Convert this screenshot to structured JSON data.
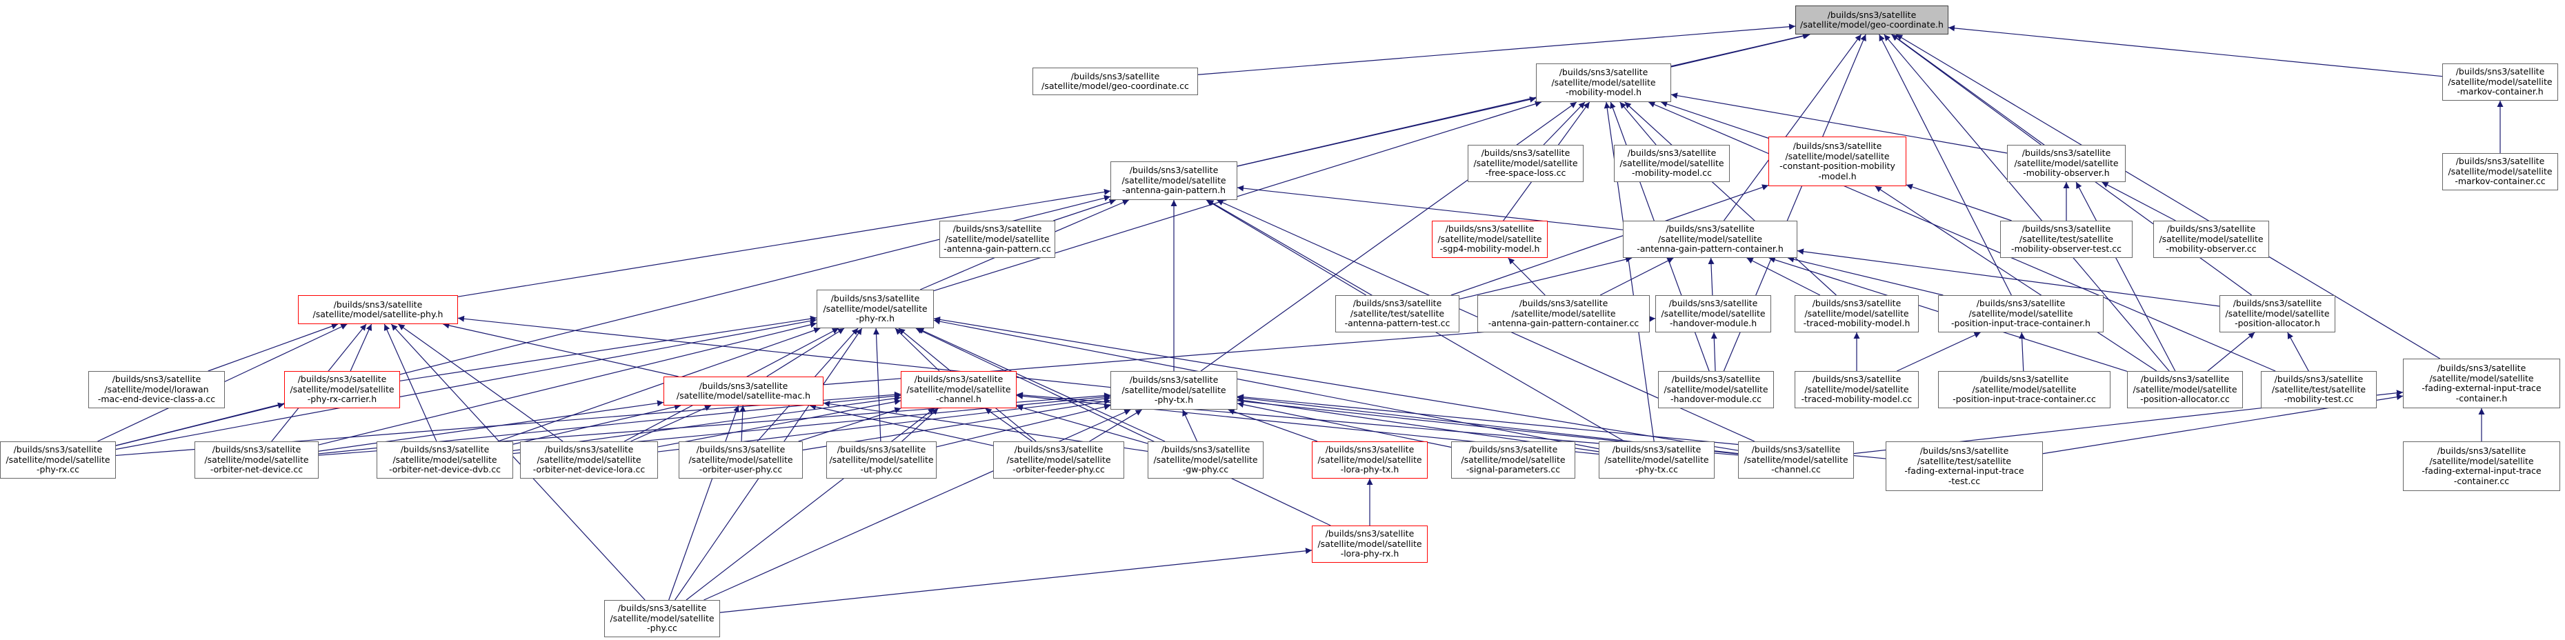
{
  "colors": {
    "edge": "#191970",
    "node_border": "#666666",
    "truncated_border": "#ff0000",
    "root_fill": "#bfbfbf"
  },
  "nodes": [
    {
      "id": "geo_h",
      "label": "/builds/sns3/satellite\n/satellite/model/geo-coordinate.h",
      "style": "root"
    },
    {
      "id": "geo_cc",
      "label": "/builds/sns3/satellite\n/satellite/model/geo-coordinate.cc",
      "style": "normal"
    },
    {
      "id": "mob_h",
      "label": "/builds/sns3/satellite\n/satellite/model/satellite\n-mobility-model.h",
      "style": "normal"
    },
    {
      "id": "markov_h",
      "label": "/builds/sns3/satellite\n/satellite/model/satellite\n-markov-container.h",
      "style": "normal"
    },
    {
      "id": "markov_cc",
      "label": "/builds/sns3/satellite\n/satellite/model/satellite\n-markov-container.cc",
      "style": "normal"
    },
    {
      "id": "agp_h",
      "label": "/builds/sns3/satellite\n/satellite/model/satellite\n-antenna-gain-pattern.h",
      "style": "normal"
    },
    {
      "id": "fsl_cc",
      "label": "/builds/sns3/satellite\n/satellite/model/satellite\n-free-space-loss.cc",
      "style": "normal"
    },
    {
      "id": "mobm_cc",
      "label": "/builds/sns3/satellite\n/satellite/model/satellite\n-mobility-model.cc",
      "style": "normal"
    },
    {
      "id": "cpm_h",
      "label": "/builds/sns3/satellite\n/satellite/model/satellite\n-constant-position-mobility\n-model.h",
      "style": "red"
    },
    {
      "id": "mobobs_h",
      "label": "/builds/sns3/satellite\n/satellite/model/satellite\n-mobility-observer.h",
      "style": "normal"
    },
    {
      "id": "agp_cc",
      "label": "/builds/sns3/satellite\n/satellite/model/satellite\n-antenna-gain-pattern.cc",
      "style": "normal"
    },
    {
      "id": "sgp4_h",
      "label": "/builds/sns3/satellite\n/satellite/model/satellite\n-sgp4-mobility-model.h",
      "style": "red"
    },
    {
      "id": "agpc_h",
      "label": "/builds/sns3/satellite\n/satellite/model/satellite\n-antenna-gain-pattern-container.h",
      "style": "normal"
    },
    {
      "id": "mobobs_test",
      "label": "/builds/sns3/satellite\n/satellite/test/satellite\n-mobility-observer-test.cc",
      "style": "normal"
    },
    {
      "id": "mobobs_cc",
      "label": "/builds/sns3/satellite\n/satellite/model/satellite\n-mobility-observer.cc",
      "style": "normal"
    },
    {
      "id": "phy_h",
      "label": "/builds/sns3/satellite\n/satellite/model/satellite-phy.h",
      "style": "red"
    },
    {
      "id": "phyrx_h",
      "label": "/builds/sns3/satellite\n/satellite/model/satellite\n-phy-rx.h",
      "style": "normal"
    },
    {
      "id": "agp_test",
      "label": "/builds/sns3/satellite\n/satellite/test/satellite\n-antenna-pattern-test.cc",
      "style": "normal"
    },
    {
      "id": "agpc_cc",
      "label": "/builds/sns3/satellite\n/satellite/model/satellite\n-antenna-gain-pattern-container.cc",
      "style": "normal"
    },
    {
      "id": "ho_h",
      "label": "/builds/sns3/satellite\n/satellite/model/satellite\n-handover-module.h",
      "style": "normal"
    },
    {
      "id": "tmm_h",
      "label": "/builds/sns3/satellite\n/satellite/model/satellite\n-traced-mobility-model.h",
      "style": "normal"
    },
    {
      "id": "pitc_h",
      "label": "/builds/sns3/satellite\n/satellite/model/satellite\n-position-input-trace-container.h",
      "style": "normal"
    },
    {
      "id": "pa_h",
      "label": "/builds/sns3/satellite\n/satellite/model/satellite\n-position-allocator.h",
      "style": "normal"
    },
    {
      "id": "lorawan_cc",
      "label": "/builds/sns3/satellite\n/satellite/model/lorawan\n-mac-end-device-class-a.cc",
      "style": "normal"
    },
    {
      "id": "carrier_h",
      "label": "/builds/sns3/satellite\n/satellite/model/satellite\n-phy-rx-carrier.h",
      "style": "red"
    },
    {
      "id": "mac_h",
      "label": "/builds/sns3/satellite\n/satellite/model/satellite-mac.h",
      "style": "red"
    },
    {
      "id": "chan_h",
      "label": "/builds/sns3/satellite\n/satellite/model/satellite\n-channel.h",
      "style": "red"
    },
    {
      "id": "phytx_h",
      "label": "/builds/sns3/satellite\n/satellite/model/satellite\n-phy-tx.h",
      "style": "normal"
    },
    {
      "id": "ho_cc",
      "label": "/builds/sns3/satellite\n/satellite/model/satellite\n-handover-module.cc",
      "style": "normal"
    },
    {
      "id": "tmm_cc",
      "label": "/builds/sns3/satellite\n/satellite/model/satellite\n-traced-mobility-model.cc",
      "style": "normal"
    },
    {
      "id": "pitc_cc",
      "label": "/builds/sns3/satellite\n/satellite/model/satellite\n-position-input-trace-container.cc",
      "style": "normal"
    },
    {
      "id": "pa_cc",
      "label": "/builds/sns3/satellite\n/satellite/model/satellite\n-position-allocator.cc",
      "style": "normal"
    },
    {
      "id": "mob_test",
      "label": "/builds/sns3/satellite\n/satellite/test/satellite\n-mobility-test.cc",
      "style": "normal"
    },
    {
      "id": "feitc_h",
      "label": "/builds/sns3/satellite\n/satellite/model/satellite\n-fading-external-input-trace\n-container.h",
      "style": "normal"
    },
    {
      "id": "phyrx_cc",
      "label": "/builds/sns3/satellite\n/satellite/model/satellite\n-phy-rx.cc",
      "style": "normal"
    },
    {
      "id": "ond_cc",
      "label": "/builds/sns3/satellite\n/satellite/model/satellite\n-orbiter-net-device.cc",
      "style": "normal"
    },
    {
      "id": "onddvb_cc",
      "label": "/builds/sns3/satellite\n/satellite/model/satellite\n-orbiter-net-device-dvb.cc",
      "style": "normal"
    },
    {
      "id": "ondlora_cc",
      "label": "/builds/sns3/satellite\n/satellite/model/satellite\n-orbiter-net-device-lora.cc",
      "style": "normal"
    },
    {
      "id": "oup_cc",
      "label": "/builds/sns3/satellite\n/satellite/model/satellite\n-orbiter-user-phy.cc",
      "style": "normal"
    },
    {
      "id": "ut_cc",
      "label": "/builds/sns3/satellite\n/satellite/model/satellite\n-ut-phy.cc",
      "style": "normal"
    },
    {
      "id": "ofp_cc",
      "label": "/builds/sns3/satellite\n/satellite/model/satellite\n-orbiter-feeder-phy.cc",
      "style": "normal"
    },
    {
      "id": "gw_cc",
      "label": "/builds/sns3/satellite\n/satellite/model/satellite\n-gw-phy.cc",
      "style": "normal"
    },
    {
      "id": "loratx_h",
      "label": "/builds/sns3/satellite\n/satellite/model/satellite\n-lora-phy-tx.h",
      "style": "red"
    },
    {
      "id": "sp_cc",
      "label": "/builds/sns3/satellite\n/satellite/model/satellite\n-signal-parameters.cc",
      "style": "normal"
    },
    {
      "id": "phytx_cc",
      "label": "/builds/sns3/satellite\n/satellite/model/satellite\n-phy-tx.cc",
      "style": "normal"
    },
    {
      "id": "chan_cc",
      "label": "/builds/sns3/satellite\n/satellite/model/satellite\n-channel.cc",
      "style": "normal"
    },
    {
      "id": "feit_test",
      "label": "/builds/sns3/satellite\n/satellite/test/satellite\n-fading-external-input-trace\n-test.cc",
      "style": "normal"
    },
    {
      "id": "feitc_cc",
      "label": "/builds/sns3/satellite\n/satellite/model/satellite\n-fading-external-input-trace\n-container.cc",
      "style": "normal"
    },
    {
      "id": "lorarx_h",
      "label": "/builds/sns3/satellite\n/satellite/model/satellite\n-lora-phy-rx.h",
      "style": "red"
    },
    {
      "id": "phy_cc",
      "label": "/builds/sns3/satellite\n/satellite/model/satellite\n-phy.cc",
      "style": "normal"
    }
  ],
  "edges": [
    [
      "geo_h",
      "geo_cc"
    ],
    [
      "geo_h",
      "mob_h"
    ],
    [
      "geo_h",
      "markov_h"
    ],
    [
      "geo_h",
      "agp_h"
    ],
    [
      "geo_h",
      "mobobs_h"
    ],
    [
      "geo_h",
      "agpc_h"
    ],
    [
      "geo_h",
      "pitc_h"
    ],
    [
      "geo_h",
      "pa_h"
    ],
    [
      "geo_h",
      "feitc_h"
    ],
    [
      "geo_h",
      "ho_cc"
    ],
    [
      "geo_h",
      "pa_cc"
    ],
    [
      "markov_h",
      "markov_cc"
    ],
    [
      "mob_h",
      "agp_h"
    ],
    [
      "mob_h",
      "fsl_cc"
    ],
    [
      "mob_h",
      "mobm_cc"
    ],
    [
      "mob_h",
      "cpm_h"
    ],
    [
      "mob_h",
      "mobobs_h"
    ],
    [
      "mob_h",
      "sgp4_h"
    ],
    [
      "mob_h",
      "phyrx_h"
    ],
    [
      "mob_h",
      "phytx_h"
    ],
    [
      "mob_h",
      "tmm_h"
    ],
    [
      "mob_h",
      "mob_test"
    ],
    [
      "mob_h",
      "ho_cc"
    ],
    [
      "mob_h",
      "phytx_cc"
    ],
    [
      "agp_h",
      "agp_cc"
    ],
    [
      "agp_h",
      "agpc_h"
    ],
    [
      "agp_h",
      "phy_h"
    ],
    [
      "agp_h",
      "phyrx_h"
    ],
    [
      "agp_h",
      "phytx_h"
    ],
    [
      "agp_h",
      "agp_test"
    ],
    [
      "agp_h",
      "phyrx_cc"
    ],
    [
      "agp_h",
      "chan_cc"
    ],
    [
      "agp_h",
      "phytx_cc"
    ],
    [
      "cpm_h",
      "mobobs_test"
    ],
    [
      "cpm_h",
      "agp_test"
    ],
    [
      "cpm_h",
      "pa_cc"
    ],
    [
      "mobobs_h",
      "mobobs_test"
    ],
    [
      "mobobs_h",
      "mobobs_cc"
    ],
    [
      "mobobs_h",
      "pa_cc"
    ],
    [
      "sgp4_h",
      "agpc_cc"
    ],
    [
      "agpc_h",
      "agp_test"
    ],
    [
      "agpc_h",
      "agpc_cc"
    ],
    [
      "agpc_h",
      "ho_h"
    ],
    [
      "agpc_h",
      "tmm_h"
    ],
    [
      "agpc_h",
      "pitc_h"
    ],
    [
      "agpc_h",
      "pa_h"
    ],
    [
      "agpc_h",
      "pa_cc"
    ],
    [
      "ho_h",
      "ho_cc"
    ],
    [
      "ho_h",
      "mac_h"
    ],
    [
      "tmm_h",
      "tmm_cc"
    ],
    [
      "pitc_h",
      "pitc_cc"
    ],
    [
      "pitc_h",
      "tmm_cc"
    ],
    [
      "pa_h",
      "pa_cc"
    ],
    [
      "pa_h",
      "mob_test"
    ],
    [
      "feitc_h",
      "feitc_cc"
    ],
    [
      "feitc_h",
      "feit_test"
    ],
    [
      "feitc_h",
      "chan_cc"
    ],
    [
      "phy_h",
      "lorawan_cc"
    ],
    [
      "phy_h",
      "carrier_h"
    ],
    [
      "phy_h",
      "mac_h"
    ],
    [
      "phy_h",
      "phyrx_cc"
    ],
    [
      "phy_h",
      "ond_cc"
    ],
    [
      "phy_h",
      "onddvb_cc"
    ],
    [
      "phy_h",
      "ondlora_cc"
    ],
    [
      "phy_h",
      "phy_cc"
    ],
    [
      "phy_h",
      "chan_cc"
    ],
    [
      "phyrx_h",
      "carrier_h"
    ],
    [
      "phyrx_h",
      "mac_h"
    ],
    [
      "phyrx_h",
      "chan_h"
    ],
    [
      "phyrx_h",
      "phyrx_cc"
    ],
    [
      "phyrx_h",
      "ond_cc"
    ],
    [
      "phyrx_h",
      "onddvb_cc"
    ],
    [
      "phyrx_h",
      "ondlora_cc"
    ],
    [
      "phyrx_h",
      "oup_cc"
    ],
    [
      "phyrx_h",
      "ut_cc"
    ],
    [
      "phyrx_h",
      "ofp_cc"
    ],
    [
      "phyrx_h",
      "gw_cc"
    ],
    [
      "phyrx_h",
      "chan_cc"
    ],
    [
      "phyrx_h",
      "phytx_cc"
    ],
    [
      "phyrx_h",
      "lorarx_h"
    ],
    [
      "phyrx_h",
      "phy_cc"
    ],
    [
      "carrier_h",
      "phyrx_cc"
    ],
    [
      "mac_h",
      "ond_cc"
    ],
    [
      "mac_h",
      "onddvb_cc"
    ],
    [
      "mac_h",
      "ondlora_cc"
    ],
    [
      "mac_h",
      "oup_cc"
    ],
    [
      "mac_h",
      "ofp_cc"
    ],
    [
      "mac_h",
      "gw_cc"
    ],
    [
      "mac_h",
      "phy_cc"
    ],
    [
      "chan_h",
      "phyrx_cc"
    ],
    [
      "chan_h",
      "ond_cc"
    ],
    [
      "chan_h",
      "onddvb_cc"
    ],
    [
      "chan_h",
      "ondlora_cc"
    ],
    [
      "chan_h",
      "oup_cc"
    ],
    [
      "chan_h",
      "ut_cc"
    ],
    [
      "chan_h",
      "ofp_cc"
    ],
    [
      "chan_h",
      "gw_cc"
    ],
    [
      "chan_h",
      "phy_cc"
    ],
    [
      "chan_h",
      "chan_cc"
    ],
    [
      "chan_h",
      "phytx_cc"
    ],
    [
      "phytx_h",
      "ond_cc"
    ],
    [
      "phytx_h",
      "onddvb_cc"
    ],
    [
      "phytx_h",
      "ondlora_cc"
    ],
    [
      "phytx_h",
      "oup_cc"
    ],
    [
      "phytx_h",
      "ut_cc"
    ],
    [
      "phytx_h",
      "ofp_cc"
    ],
    [
      "phytx_h",
      "gw_cc"
    ],
    [
      "phytx_h",
      "loratx_h"
    ],
    [
      "phytx_h",
      "sp_cc"
    ],
    [
      "phytx_h",
      "phytx_cc"
    ],
    [
      "phytx_h",
      "chan_cc"
    ],
    [
      "phytx_h",
      "feit_test"
    ],
    [
      "phytx_h",
      "phy_cc"
    ],
    [
      "loratx_h",
      "lorarx_h"
    ],
    [
      "lorarx_h",
      "phy_cc"
    ]
  ]
}
